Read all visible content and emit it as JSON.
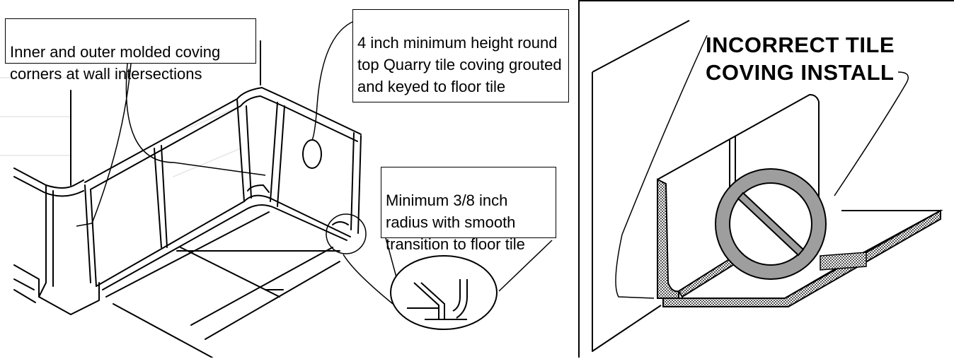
{
  "left_figure": {
    "callouts": {
      "corners": "Inner and outer molded coving corners at wall intersections",
      "height": "4 inch minimum height round top Quarry tile coving grouted and keyed to floor tile",
      "radius": "Minimum 3/8 inch radius with smooth transition to floor tile"
    }
  },
  "right_figure": {
    "heading": "INCORRECT TILE COVING INSTALL",
    "prohibition_icon": "no-symbol-icon"
  },
  "colors": {
    "line": "#000000",
    "background": "#ffffff",
    "prohibition_fill": "#9e9e9e",
    "light_grey": "#f2f2f2"
  }
}
